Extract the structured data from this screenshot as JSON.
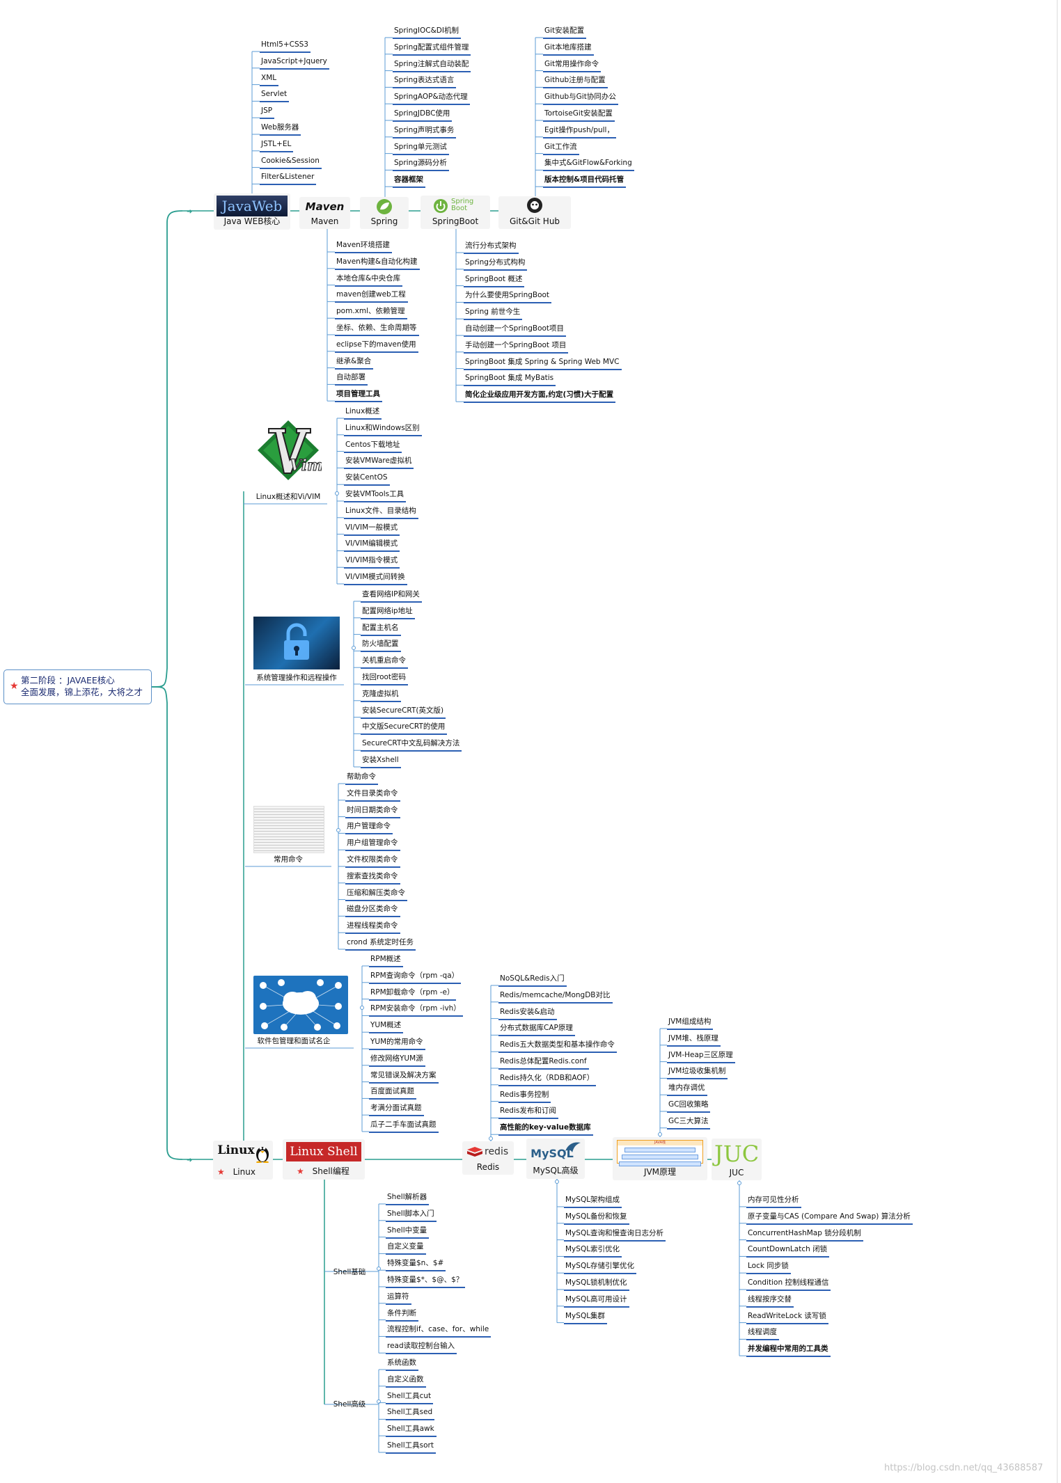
{
  "root": {
    "line1": "第二阶段 ：JAVAEE核心",
    "line2": "全面发展，锦上添花，大将之才"
  },
  "top_nodes": {
    "javaweb": {
      "logo": "JavaWeb",
      "label": "Java WEB核心"
    },
    "maven": {
      "logo": "Maven",
      "label": "Maven"
    },
    "spring": {
      "label": "Spring"
    },
    "springboot": {
      "logo_line1": "Spring",
      "logo_line2": "Boot",
      "label": "SpringBoot"
    },
    "git": {
      "label": "Git&Git Hub"
    }
  },
  "javaweb_items": [
    "Html5+CSS3",
    "JavaScript+Jquery",
    "XML",
    "Servlet",
    "JSP",
    "Web服务器",
    "JSTL+EL",
    "Cookie&Session",
    "Filter&Listener"
  ],
  "spring_items": [
    "SpringIOC&DI机制",
    "Spring配置式组件管理",
    "Spring注解式自动装配",
    "Spring表达式语言",
    "SpringAOP&动态代理",
    "SpringJDBC使用",
    "Spring声明式事务",
    "Spring单元测试",
    "Spring源码分析",
    "容器框架"
  ],
  "git_items": [
    "Git安装配置",
    "Git本地库搭建",
    "Git常用操作命令",
    "Github注册与配置",
    "Github与Git协同办公",
    "TortoiseGit安装配置",
    "Egit操作push/pull，",
    "Git工作流",
    "集中式&GitFlow&Forking",
    "版本控制&项目代码托管"
  ],
  "maven_items": [
    "Maven环境搭建",
    "Maven构建&自动化构建",
    "本地仓库&中央仓库",
    "maven创建web工程",
    "pom.xml、依赖管理",
    "坐标、依赖、生命周期等",
    "eclipse下的maven使用",
    "继承&聚合",
    "自动部署",
    "项目管理工具"
  ],
  "springboot_items": [
    "流行分布式架构",
    "Spring分布式构构",
    "SpringBoot 概述",
    "为什么要使用SpringBoot",
    "Spring 前世今生",
    "自动创建一个SpringBoot项目",
    "手动创建一个SpringBoot 项目",
    "SpringBoot 集成 Spring & Spring Web MVC",
    "SpringBoot 集成 MyBatis",
    "简化企业级应用开发方面,约定(习惯)大于配置"
  ],
  "linux_groups": {
    "vi": {
      "label": "Linux概述和Vi/VIM",
      "logo": "Vim",
      "items": [
        "Linux概述",
        "Linux和Windows区别",
        "Centos下载地址",
        "安装VMWare虚拟机",
        "安装CentOS",
        "安装VMTools工具",
        "Linux文件、目录结构",
        "VI/VIM一般模式",
        "VI/VIM编辑模式",
        "VI/VIM指令模式",
        "VI/VIM模式间转换"
      ]
    },
    "sys": {
      "label": "系统管理操作和远程操作",
      "items": [
        "查看网络IP和网关",
        "配置网络ip地址",
        "配置主机名",
        "防火墙配置",
        "关机重启命令",
        "找回root密码",
        "克隆虚拟机",
        "安装SecureCRT(英文版)",
        "中文版SecureCRT的使用",
        "SecureCRT中文乱码解决方法",
        "安装Xshell"
      ]
    },
    "cmd": {
      "label": "常用命令",
      "items": [
        "帮助命令",
        "文件目录类命令",
        "时间日期类命令",
        "用户管理命令",
        "用户组管理命令",
        "文件权限类命令",
        "搜索查找类命令",
        "压缩和解压类命令",
        "磁盘分区类命令",
        "进程线程类命令",
        "crond 系统定时任务"
      ]
    },
    "pkg": {
      "label": "软件包管理和面试名企",
      "items": [
        "RPM概述",
        "RPM查询命令（rpm -qa）",
        "RPM卸载命令（rpm -e）",
        "RPM安装命令（rpm -ivh）",
        "YUM概述",
        "YUM的常用命令",
        "修改网络YUM源",
        "常见错误及解决方案",
        "百度面试真题",
        "考满分面试真题",
        "瓜子二手车面试真题"
      ]
    }
  },
  "bottom_nodes": {
    "linux": {
      "logo": "Linux",
      "label": "Linux"
    },
    "shell": {
      "logo": "Linux Shell",
      "label": "Shell编程"
    },
    "redis": {
      "logo": "redis",
      "label": "Redis"
    },
    "mysql": {
      "logo": "MySQL",
      "label": "MySQL高级"
    },
    "jvm": {
      "logo": "JAVA栈",
      "label": "JVM原理"
    },
    "juc": {
      "logo": "JUC",
      "label": "JUC"
    }
  },
  "redis_items": [
    "NoSQL&Redis入门",
    "Redis/memcache/MongDB对比",
    "Redis安装&启动",
    "分布式数据库CAP原理",
    "Redis五大数据类型和基本操作命令",
    "Redis总体配置Redis.conf",
    "Redis持久化（RDB和AOF）",
    "Redis事务控制",
    "Redis发布和订阅",
    "高性能的key-value数据库"
  ],
  "jvm_items": [
    "JVM组成结构",
    "JVM堆、栈原理",
    "JVM-Heap三区原理",
    "JVM垃圾收集机制",
    "堆内存调优",
    "GC回收策略",
    "GC三大算法"
  ],
  "mysql_items": [
    "MySQL架构组成",
    "MySQL备份和恢复",
    "MySQL查询和慢查询日志分析",
    "MySQL索引优化",
    "MySQL存储引擎优化",
    "MySQL锁机制优化",
    "MySQL高可用设计",
    "MySQL集群"
  ],
  "juc_items": [
    "内存可见性分析",
    "原子变量与CAS (Compare And Swap) 算法分析",
    "ConcurrentHashMap 锁分段机制",
    "CountDownLatch 闭锁",
    "Lock 同步锁",
    "Condition 控制线程通信",
    "线程按序交替",
    "ReadWriteLock 读写锁",
    "线程调度",
    "并发编程中常用的工具类"
  ],
  "shell_groups": {
    "basic": {
      "label": "Shell基础",
      "items": [
        "Shell解析器",
        "Shell脚本入门",
        "Shell中变量",
        "自定义变量",
        "特殊变量$n、$#",
        "特殊变量$*、$@、$？",
        "运算符",
        "条件判断",
        "流程控制if、case、for、while",
        "read读取控制台输入"
      ]
    },
    "adv": {
      "label": "Shell高级",
      "items": [
        "系统函数",
        "自定义函数",
        "Shell工具cut",
        "Shell工具sed",
        "Shell工具awk",
        "Shell工具sort"
      ]
    }
  },
  "watermark": "https://blog.csdn.net/qq_43688587",
  "colors": {
    "connector": "#2a9d8f",
    "branch": "#5b9bd5",
    "underline": "#2b5fb3",
    "root_border": "#5b8fc7",
    "star": "#e53935"
  }
}
